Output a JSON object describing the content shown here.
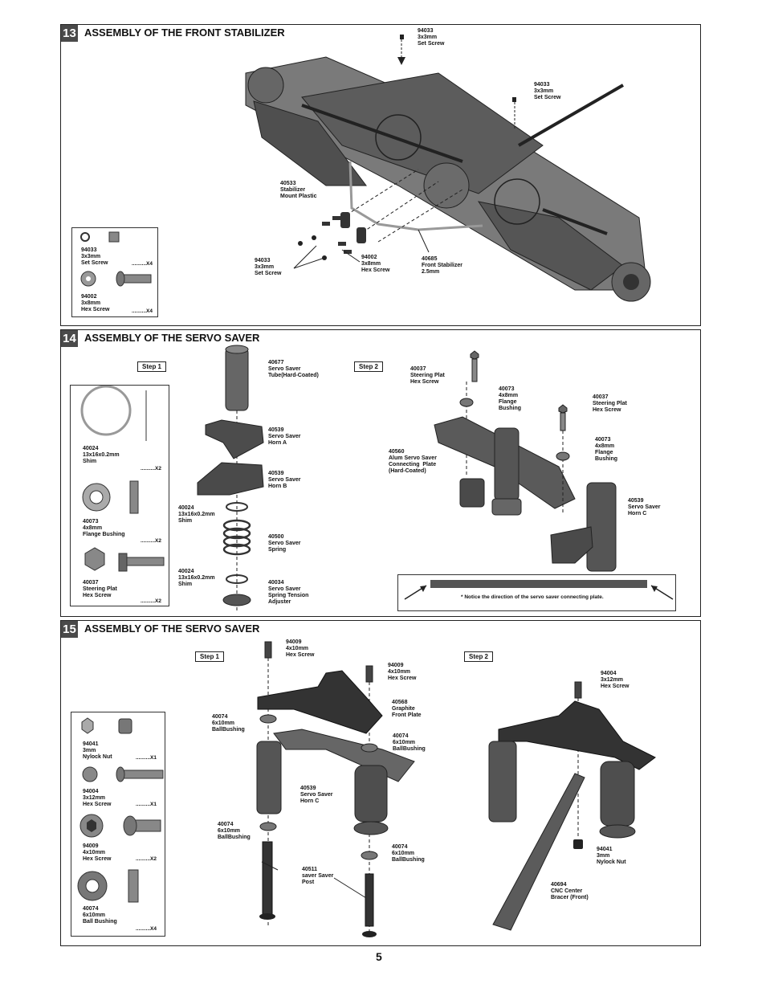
{
  "page_number": "5",
  "sections": [
    {
      "num": "13",
      "title": "ASSEMBLY OF THE FRONT STABILIZER"
    },
    {
      "num": "14",
      "title": "ASSEMBLY OF THE SERVO SAVER"
    },
    {
      "num": "15",
      "title": "ASSEMBLY OF THE SERVO SAVER"
    }
  ],
  "s13": {
    "callouts": [
      "94033\n3x3mm\nSet Screw",
      "94033\n3x3mm\nSet Screw",
      "40533\nStabilizer\nMount Plastic",
      "94033\n3x3mm\nSet Screw",
      "94002\n3x8mm\nHex Screw",
      "40685\nFront Stabilizer\n2.5mm"
    ],
    "parts": [
      {
        "label": "94033\n3x3mm\nSet Screw",
        "qty": "..........X4"
      },
      {
        "label": "94002\n3x8mm\nHex Screw",
        "qty": "..........X4"
      }
    ]
  },
  "s14": {
    "step1": "Step 1",
    "step2": "Step 2",
    "callouts": [
      "40677\nServo Saver\nTube(Hard-Coated)",
      "40539\nServo Saver\nHorn A",
      "40539\nServo Saver\nHorn B",
      "40024\n13x16x0.2mm\nShim",
      "40500\nServo Saver\nSpring",
      "40024\n13x16x0.2mm\nShim",
      "40034\nServo Saver\nSpring Tension\nAdjuster",
      "40037\nSteering Plat\nHex Screw",
      "40073\n4x8mm\nFlange\nBushing",
      "40560\nAlum Servo Saver\nConnecting  Plate\n(Hard-Coated)",
      "40037\nSteering Plat\nHex Screw",
      "40073\n4x8mm\nFlange\nBushing",
      "40539\nServo Saver\nHorn C"
    ],
    "parts": [
      {
        "label": "40024\n13x16x0.2mm\nShim",
        "qty": "..........X2"
      },
      {
        "label": "40073\n4x8mm\nFlange Bushing",
        "qty": "..........X2"
      },
      {
        "label": "40037\nSteering Plat\nHex Screw",
        "qty": "..........X2"
      }
    ],
    "note": "* Notice the direction of the servo saver connecting plate."
  },
  "s15": {
    "step1": "Step 1",
    "step2": "Step 2",
    "callouts": [
      "94009\n4x10mm\nHex Screw",
      "94009\n4x10mm\nHex Screw",
      "40568\nGraphite\nFront Plate",
      "40074\n6x10mm\nBallBushing",
      "40074\n6x10mm\nBallBushing",
      "40539\nServo Saver\nHorn C",
      "40074\n6x10mm\nBallBushing",
      "40074\n6x10mm\nBallBushing",
      "40511\nsaver Saver\nPost",
      "94004\n3x12mm\nHex Screw",
      "94041\n3mm\nNylock Nut",
      "40694\nCNC Center\nBracer (Front)"
    ],
    "parts": [
      {
        "label": "94041\n3mm\nNylock Nut",
        "qty": "..........X1"
      },
      {
        "label": "94004\n3x12mm\nHex Screw",
        "qty": "..........X1"
      },
      {
        "label": "94009\n4x10mm\nHex Screw",
        "qty": "..........X2"
      },
      {
        "label": "40074\n6x10mm\nBall Bushing",
        "qty": "..........X4"
      }
    ]
  }
}
